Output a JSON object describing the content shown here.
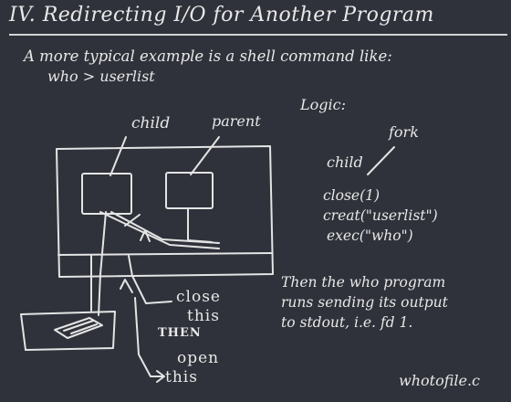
{
  "title": "IV.  Redirecting I/O for Another Program",
  "intro": {
    "line1": "A more typical example is a shell command like:",
    "line2": "who > userlist"
  },
  "diagram": {
    "child_label": "child",
    "parent_label": "parent",
    "close_label": "close",
    "close_this_label": "this",
    "then_label": "THEN",
    "open_label": "open",
    "open_this_label": "this"
  },
  "logic": {
    "heading": "Logic:",
    "fork_label": "fork",
    "child_label": "child",
    "code": [
      "close(1)",
      "creat(\"userlist\")",
      "exec(\"who\")"
    ]
  },
  "explanation": {
    "line1": "Then the who program",
    "line2": "runs sending its output",
    "line3": "to stdout, i.e. fd 1."
  },
  "footer_file": "whotofile.c",
  "colors": {
    "background": "#2f323a",
    "chalk": "#e6e6e6"
  }
}
